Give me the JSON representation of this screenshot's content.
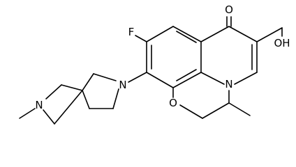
{
  "molecule": {
    "atoms": {
      "fluorine": "F",
      "ketone_oxygen": "O",
      "acid_hydroxyl": "OH",
      "ring_nitrogen_core": "N",
      "ring_oxygen": "O",
      "spiro_nitrogen": "N",
      "methyl_nitrogen": "N"
    },
    "colors": {
      "bond": "#000000",
      "label": "#000000",
      "background": "#ffffff"
    }
  }
}
